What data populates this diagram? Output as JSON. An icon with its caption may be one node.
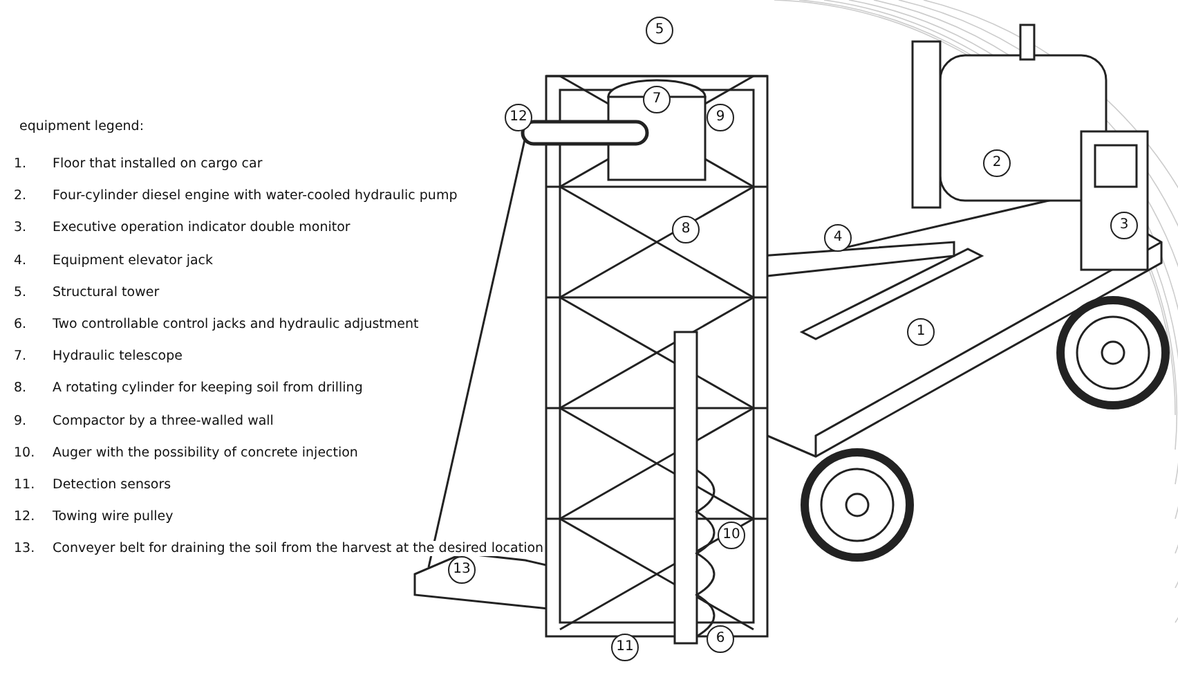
{
  "diagram": {
    "labels": [
      "equipment legend:",
      "1.",
      "Floor that installed on cargo car",
      "2.",
      "Four-cylinder diesel engine with water-cooled hydraulic pump",
      "3.",
      "Executive operation indicator double monitor",
      "4.",
      "Equipment elevator jack",
      "5.",
      "Structural tower",
      "6.",
      "Two controllable control jacks and hydraulic adjustment",
      "7.",
      "Hydraulic telescope",
      "8.",
      "A rotating cylinder for keeping soil from drilling",
      "9.",
      "Compactor by a three-walled wall",
      "10.",
      "Auger with the possibility of concrete injection",
      "11.",
      "Detection sensors",
      "12.",
      "Towing wire pulley",
      "13.",
      "Conveyer belt for draining the soil from the harvest at the desired location",
      "5",
      "7",
      "12",
      "9",
      "2",
      "8",
      "4",
      "3",
      "1",
      "10",
      "13",
      "6",
      "11"
    ]
  }
}
